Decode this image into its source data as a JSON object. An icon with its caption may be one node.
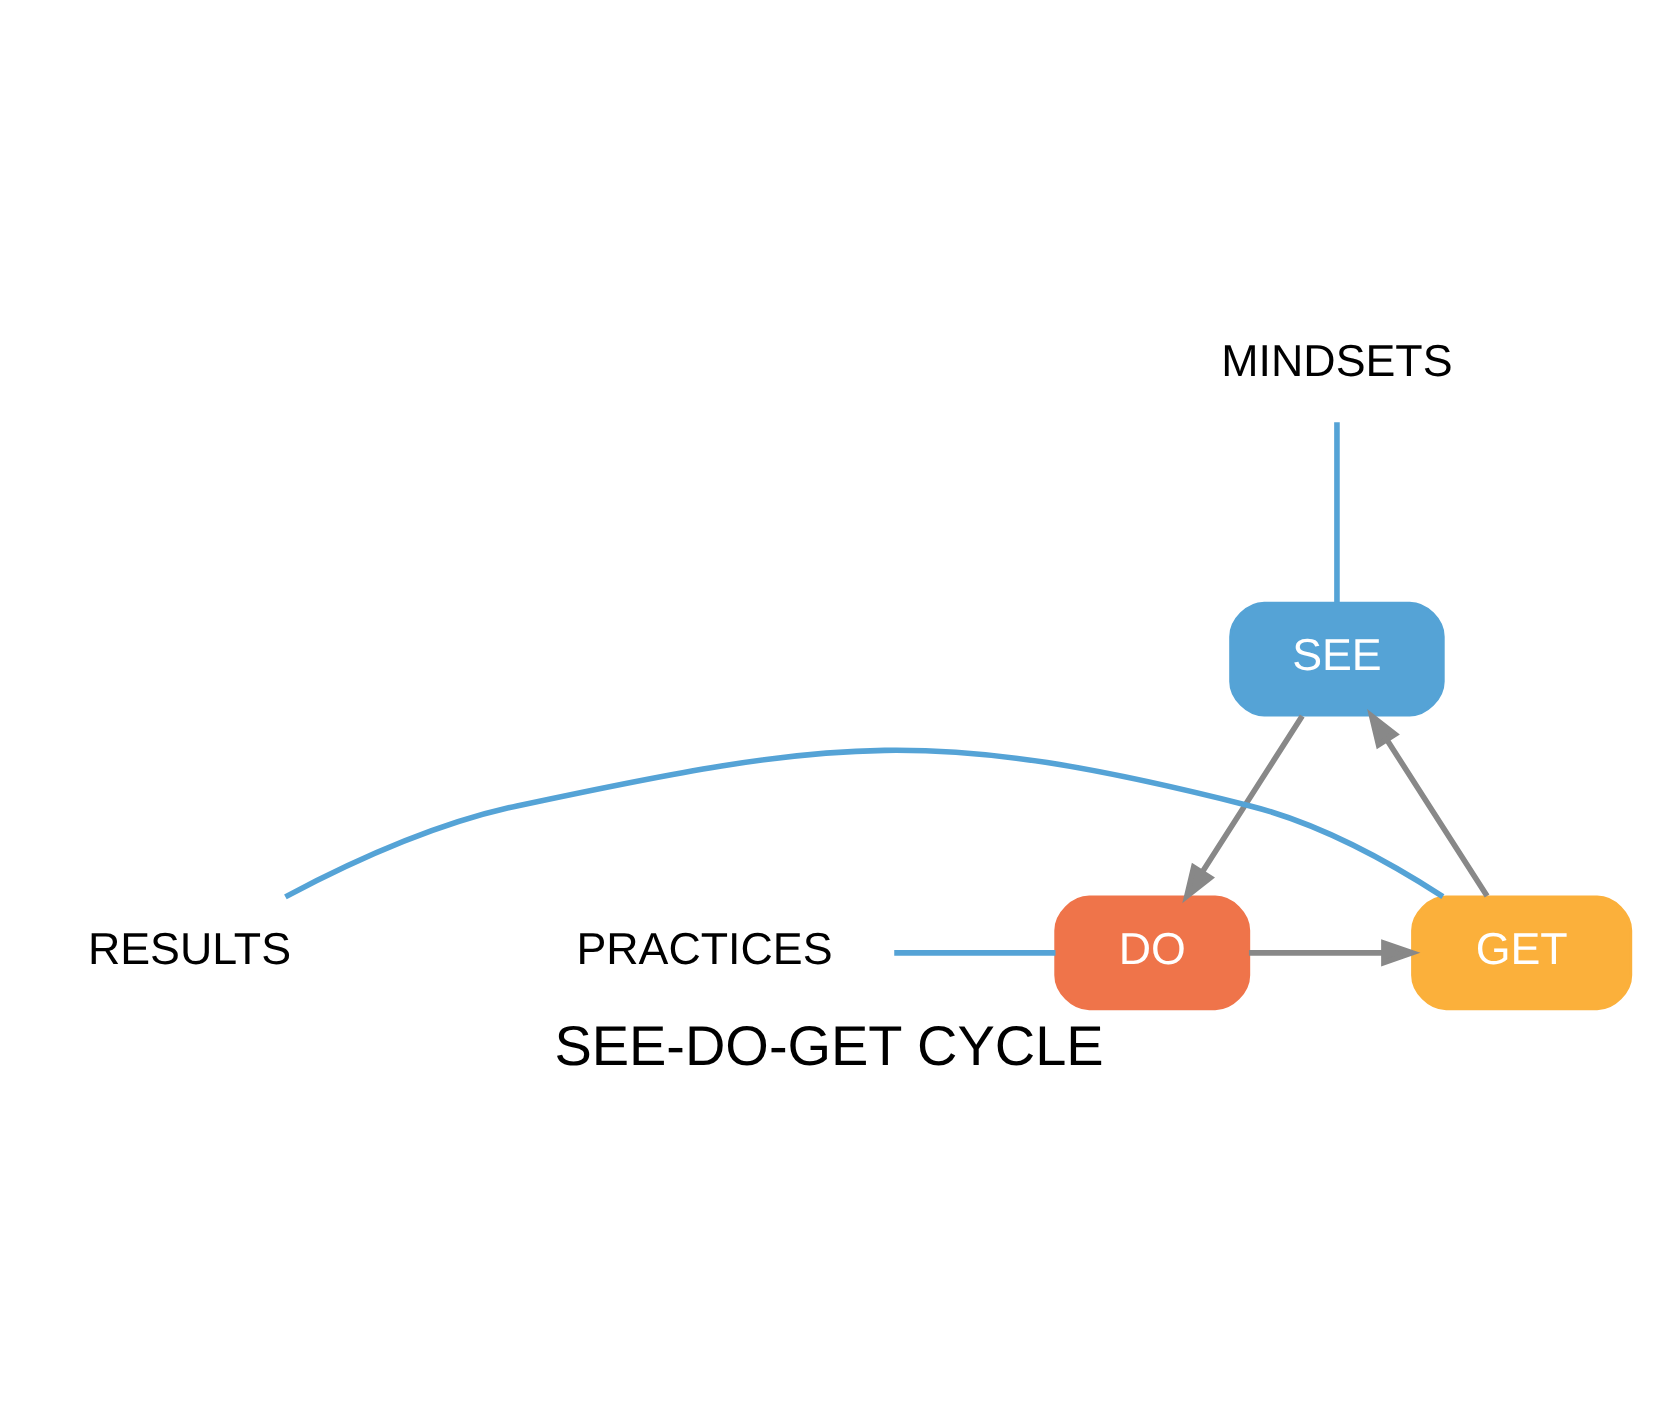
{
  "diagram": {
    "caption": "SEE-DO-GET CYCLE",
    "nodes": [
      {
        "text": [
          "MINDSETS"
        ]
      },
      {
        "text": [
          "SEE"
        ]
      },
      {
        "text": [
          "DO"
        ]
      },
      {
        "text": [
          "GET"
        ]
      },
      {
        "text": [
          "RESULTS"
        ]
      },
      {
        "text": [
          "PRACTICES"
        ]
      }
    ],
    "edges": [
      {
        "from": 0,
        "to": 1,
        "arrow": "none",
        "color": "#55a3d6"
      },
      {
        "from": 1,
        "to": 2,
        "arrow": "to"
      },
      {
        "from": 2,
        "to": 3,
        "arrow": "to"
      },
      {
        "from": 3,
        "to": 1,
        "arrow": "to"
      },
      {
        "from": 4,
        "to": 3,
        "arrow": "none",
        "color": "#55a3d6"
      },
      {
        "from": 5,
        "to": 2,
        "arrow": "none",
        "color": "#55a3d6"
      }
    ]
  }
}
